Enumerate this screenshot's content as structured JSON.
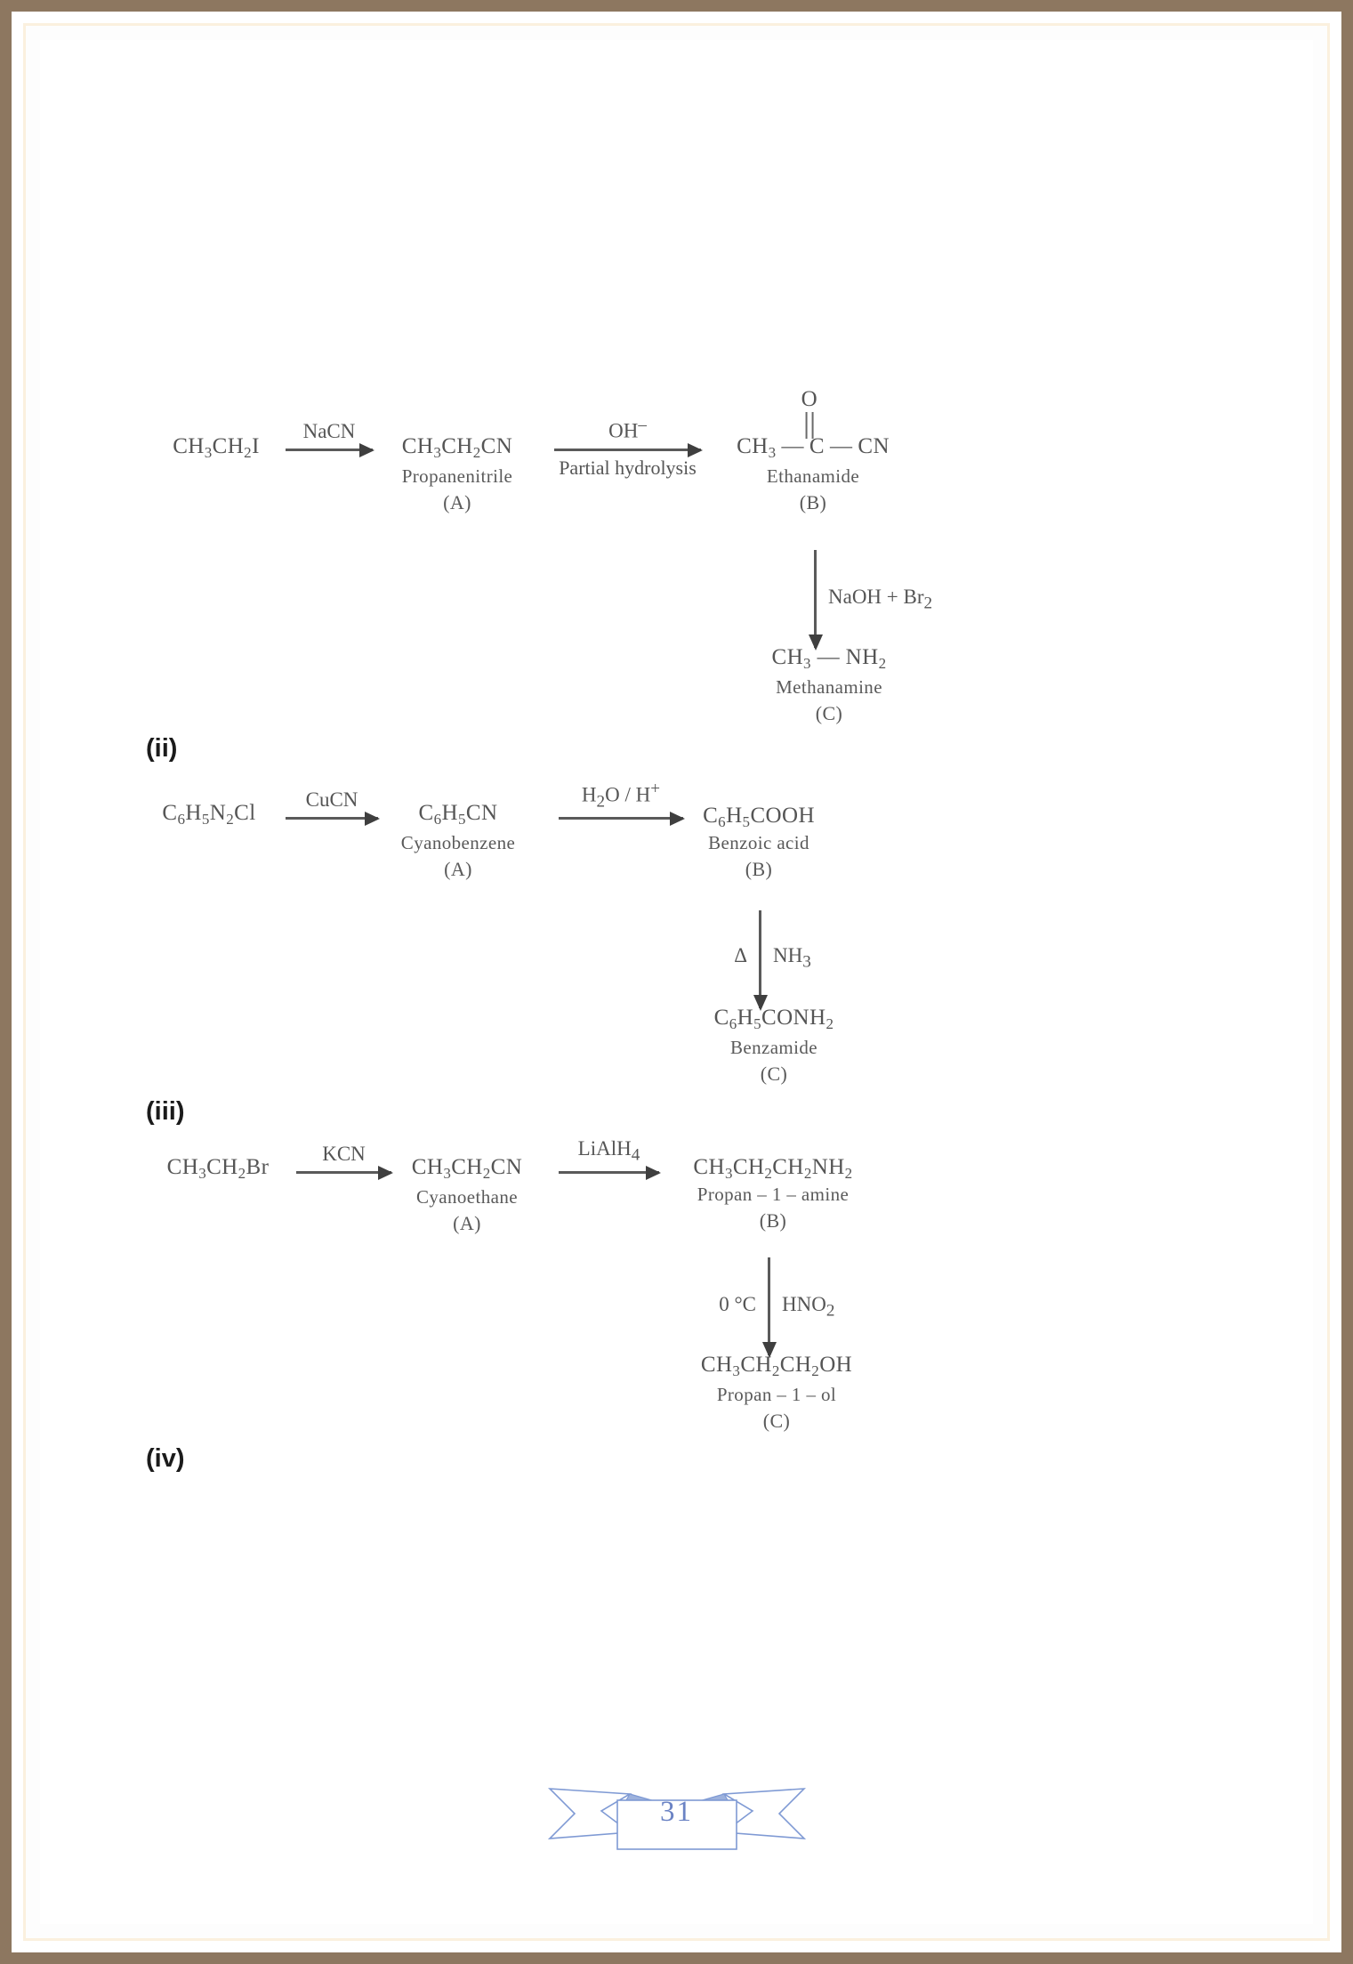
{
  "page": {
    "number": "31",
    "border_color": "#8d7760",
    "ribbon_color": "#7f9ad4",
    "ink_color": "#555555"
  },
  "schemes": [
    {
      "label": "",
      "steps": {
        "reactant": {
          "formula_html": "CH<sub>3</sub>CH<sub>2</sub>I",
          "name": "",
          "tag": ""
        },
        "arrow1": {
          "above": "NaCN",
          "below": ""
        },
        "product_a": {
          "formula_html": "CH<sub>3</sub>CH<sub>2</sub>CN",
          "name": "Propanenitrile",
          "tag": "(A)"
        },
        "arrow2": {
          "above": "OH<sup>–</sup>",
          "below": "Partial hydrolysis"
        },
        "product_b": {
          "formula_prefix": "CH<sub>3</sub>",
          "bond1": "—",
          "center": "C",
          "bond2": "—",
          "formula_suffix": "CN",
          "carbonyl_atom": "O",
          "name": "Ethanamide",
          "tag": "(B)"
        },
        "arrow3": {
          "left": "",
          "right": "NaOH  +  Br<sub>2</sub>"
        },
        "product_c": {
          "formula_html": "CH<sub>3</sub> — NH<sub>2</sub>",
          "name": "Methanamine",
          "tag": "(C)"
        }
      }
    },
    {
      "label": "(ii)",
      "steps": {
        "reactant": {
          "formula_html": "C<sub>6</sub>H<sub>5</sub>N<sub>2</sub>Cl",
          "name": "",
          "tag": ""
        },
        "arrow1": {
          "above": "CuCN",
          "below": ""
        },
        "product_a": {
          "formula_html": "C<sub>6</sub>H<sub>5</sub>CN",
          "name": "Cyanobenzene",
          "tag": "(A)"
        },
        "arrow2": {
          "above": "H<sub>2</sub>O / H<sup>+</sup>",
          "below": ""
        },
        "product_b": {
          "formula_html": "C<sub>6</sub>H<sub>5</sub>COOH",
          "name": "Benzoic acid",
          "tag": "(B)"
        },
        "arrow3": {
          "left": "Δ",
          "right": "NH<sub>3</sub>"
        },
        "product_c": {
          "formula_html": "C<sub>6</sub>H<sub>5</sub>CONH<sub>2</sub>",
          "name": "Benzamide",
          "tag": "(C)"
        }
      }
    },
    {
      "label": "(iii)",
      "steps": {
        "reactant": {
          "formula_html": "CH<sub>3</sub>CH<sub>2</sub>Br",
          "name": "",
          "tag": ""
        },
        "arrow1": {
          "above": "KCN",
          "below": ""
        },
        "product_a": {
          "formula_html": "CH<sub>3</sub>CH<sub>2</sub>CN",
          "name": "Cyanoethane",
          "tag": "(A)"
        },
        "arrow2": {
          "above": "LiAlH<sub>4</sub>",
          "below": ""
        },
        "product_b": {
          "formula_html": "CH<sub>3</sub>CH<sub>2</sub>CH<sub>2</sub>NH<sub>2</sub>",
          "name": "Propan – 1 – amine",
          "tag": "(B)"
        },
        "arrow3": {
          "left": "0 °C",
          "right": "HNO<sub>2</sub>"
        },
        "product_c": {
          "formula_html": "CH<sub>3</sub>CH<sub>2</sub>CH<sub>2</sub>OH",
          "name": "Propan – 1 – ol",
          "tag": "(C)"
        }
      }
    },
    {
      "label": "(iv)",
      "steps": {}
    }
  ]
}
